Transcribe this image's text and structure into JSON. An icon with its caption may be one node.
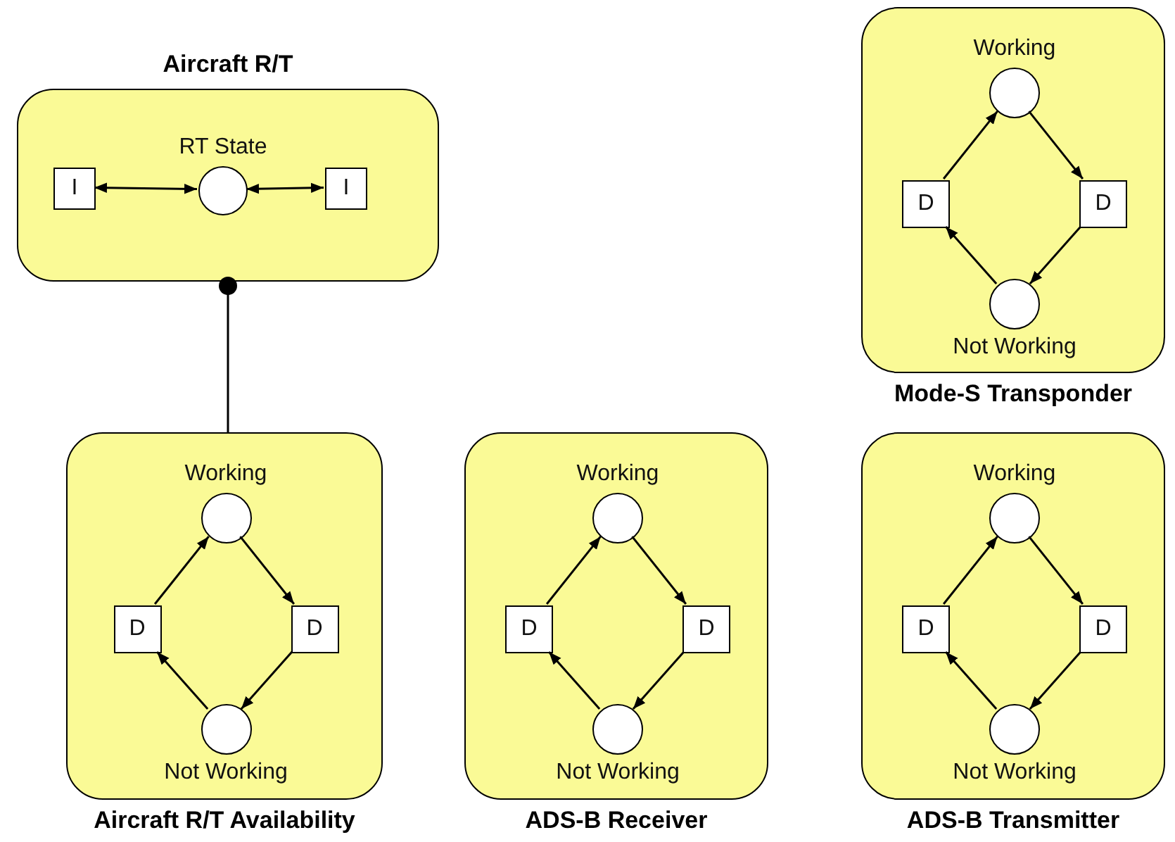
{
  "diagram": {
    "nodes": [
      {
        "text": [
          "Aircraft R/T"
        ]
      },
      {
        "text": [
          "RT State"
        ],
        "in": 0
      },
      {
        "text": [
          "I"
        ],
        "in": 0
      },
      {
        "text": [
          "I"
        ],
        "in": 0
      },
      {
        "text": [
          "Mode-S Transponder"
        ]
      },
      {
        "text": [
          "Working"
        ],
        "in": 4
      },
      {
        "text": [
          "D"
        ],
        "in": 4
      },
      {
        "text": [
          "D"
        ],
        "in": 4
      },
      {
        "text": [
          "Not Working"
        ],
        "in": 4
      },
      {
        "text": [
          "Aircraft R/T Availability"
        ]
      },
      {
        "text": [
          "Working"
        ],
        "in": 9
      },
      {
        "text": [
          "D"
        ],
        "in": 9
      },
      {
        "text": [
          "D"
        ],
        "in": 9
      },
      {
        "text": [
          "Not Working"
        ],
        "in": 9
      },
      {
        "text": [
          "ADS-B Receiver"
        ]
      },
      {
        "text": [
          "Working"
        ],
        "in": 14
      },
      {
        "text": [
          "D"
        ],
        "in": 14
      },
      {
        "text": [
          "D"
        ],
        "in": 14
      },
      {
        "text": [
          "Not Working"
        ],
        "in": 14
      },
      {
        "text": [
          "ADS-B Transmitter"
        ]
      },
      {
        "text": [
          "Working"
        ],
        "in": 19
      },
      {
        "text": [
          "D"
        ],
        "in": 19
      },
      {
        "text": [
          "D"
        ],
        "in": 19
      },
      {
        "text": [
          "Not Working"
        ],
        "in": 19
      }
    ],
    "edges": [
      {
        "from": 2,
        "to": 1,
        "arrow": "both"
      },
      {
        "from": 1,
        "to": 3,
        "arrow": "both"
      },
      {
        "from": 0,
        "to": 9,
        "arrow": "other"
      },
      {
        "from": 6,
        "to": 5,
        "arrow": "to"
      },
      {
        "from": 5,
        "to": 7,
        "arrow": "to"
      },
      {
        "from": 7,
        "to": 8,
        "arrow": "to"
      },
      {
        "from": 8,
        "to": 6,
        "arrow": "to"
      },
      {
        "from": 11,
        "to": 10,
        "arrow": "to"
      },
      {
        "from": 10,
        "to": 12,
        "arrow": "to"
      },
      {
        "from": 12,
        "to": 13,
        "arrow": "to"
      },
      {
        "from": 13,
        "to": 11,
        "arrow": "to"
      },
      {
        "from": 16,
        "to": 15,
        "arrow": "to"
      },
      {
        "from": 15,
        "to": 17,
        "arrow": "to"
      },
      {
        "from": 17,
        "to": 18,
        "arrow": "to"
      },
      {
        "from": 18,
        "to": 16,
        "arrow": "to"
      },
      {
        "from": 21,
        "to": 20,
        "arrow": "to"
      },
      {
        "from": 20,
        "to": 22,
        "arrow": "to"
      },
      {
        "from": 22,
        "to": 23,
        "arrow": "to"
      },
      {
        "from": 23,
        "to": 21,
        "arrow": "to"
      }
    ]
  }
}
